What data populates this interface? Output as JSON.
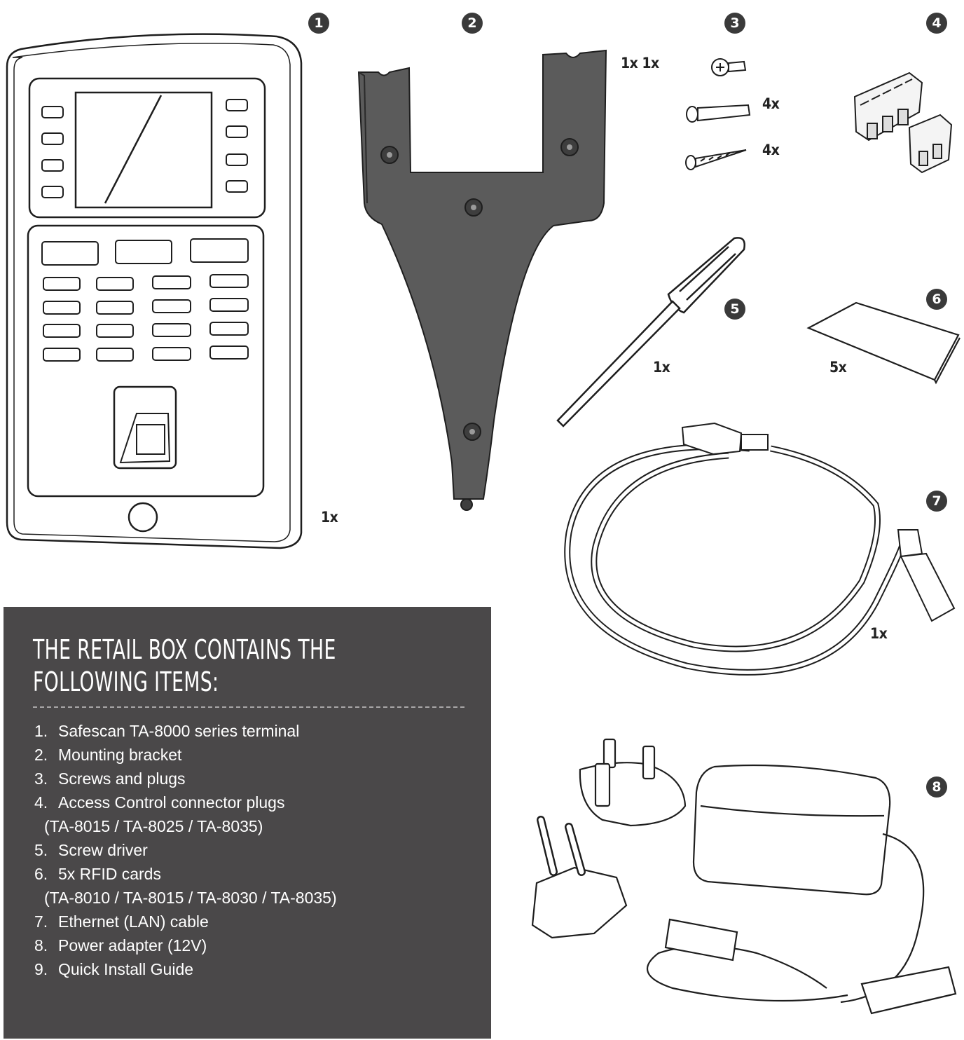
{
  "badges": [
    "1",
    "2",
    "3",
    "4",
    "5",
    "6",
    "7",
    "8"
  ],
  "quantities": {
    "terminal": "1x",
    "bracket": "1x 1x",
    "plugs": "4x",
    "screws": "4x",
    "screwdriver": "1x",
    "cards": "5x",
    "cable": "1x"
  },
  "panel": {
    "title": "THE RETAIL BOX CONTAINS THE\nFOLLOWING ITEMS:",
    "items": [
      {
        "num": "1.",
        "text": "Safescan TA-8000 series terminal",
        "sub": ""
      },
      {
        "num": "2.",
        "text": "Mounting bracket",
        "sub": ""
      },
      {
        "num": "3.",
        "text": "Screws and plugs",
        "sub": ""
      },
      {
        "num": "4.",
        "text": "Access Control connector plugs",
        "sub": "(TA-8015 / TA-8025 / TA-8035)"
      },
      {
        "num": "5.",
        "text": "Screw driver",
        "sub": ""
      },
      {
        "num": "6.",
        "text": "5x RFID cards",
        "sub": "(TA-8010 / TA-8015 / TA-8030 / TA-8035)"
      },
      {
        "num": "7.",
        "text": "Ethernet (LAN) cable",
        "sub": ""
      },
      {
        "num": "8.",
        "text": "Power adapter (12V)",
        "sub": ""
      },
      {
        "num": "9.",
        "text": "Quick Install Guide",
        "sub": ""
      }
    ]
  },
  "colors": {
    "panel_bg": "#4a4849",
    "badge_bg": "#3a3a3a",
    "line_art": "#1e1e1e"
  }
}
